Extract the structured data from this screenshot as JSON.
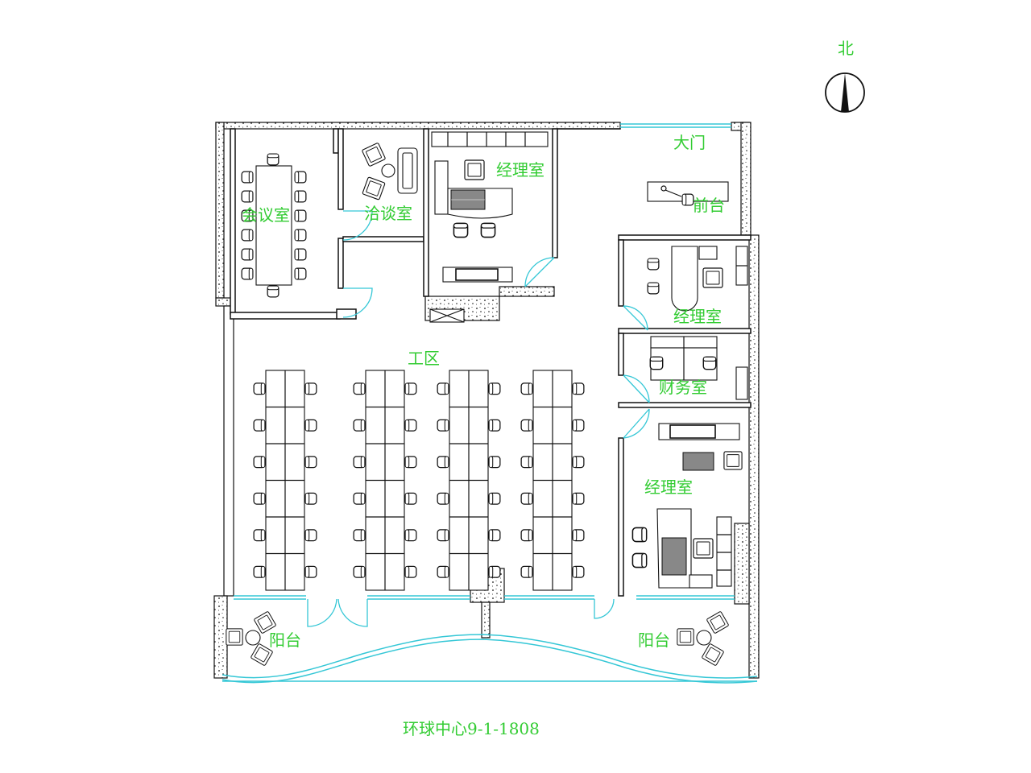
{
  "compass": {
    "label": "北",
    "icon": "north-arrow-icon"
  },
  "rooms": {
    "conference": "会议室",
    "negotiation": "洽谈室",
    "manager_north": "经理室",
    "main_door": "大门",
    "reception": "前台",
    "manager_east": "经理室",
    "finance": "财务室",
    "workspace": "工区",
    "manager_south": "经理室",
    "balcony_west": "阳台",
    "balcony_east": "阳台"
  },
  "caption": "环球中心9-1-1808",
  "colors": {
    "label": "#33cc33",
    "glass": "#35c7d6",
    "wall": "#111111"
  }
}
